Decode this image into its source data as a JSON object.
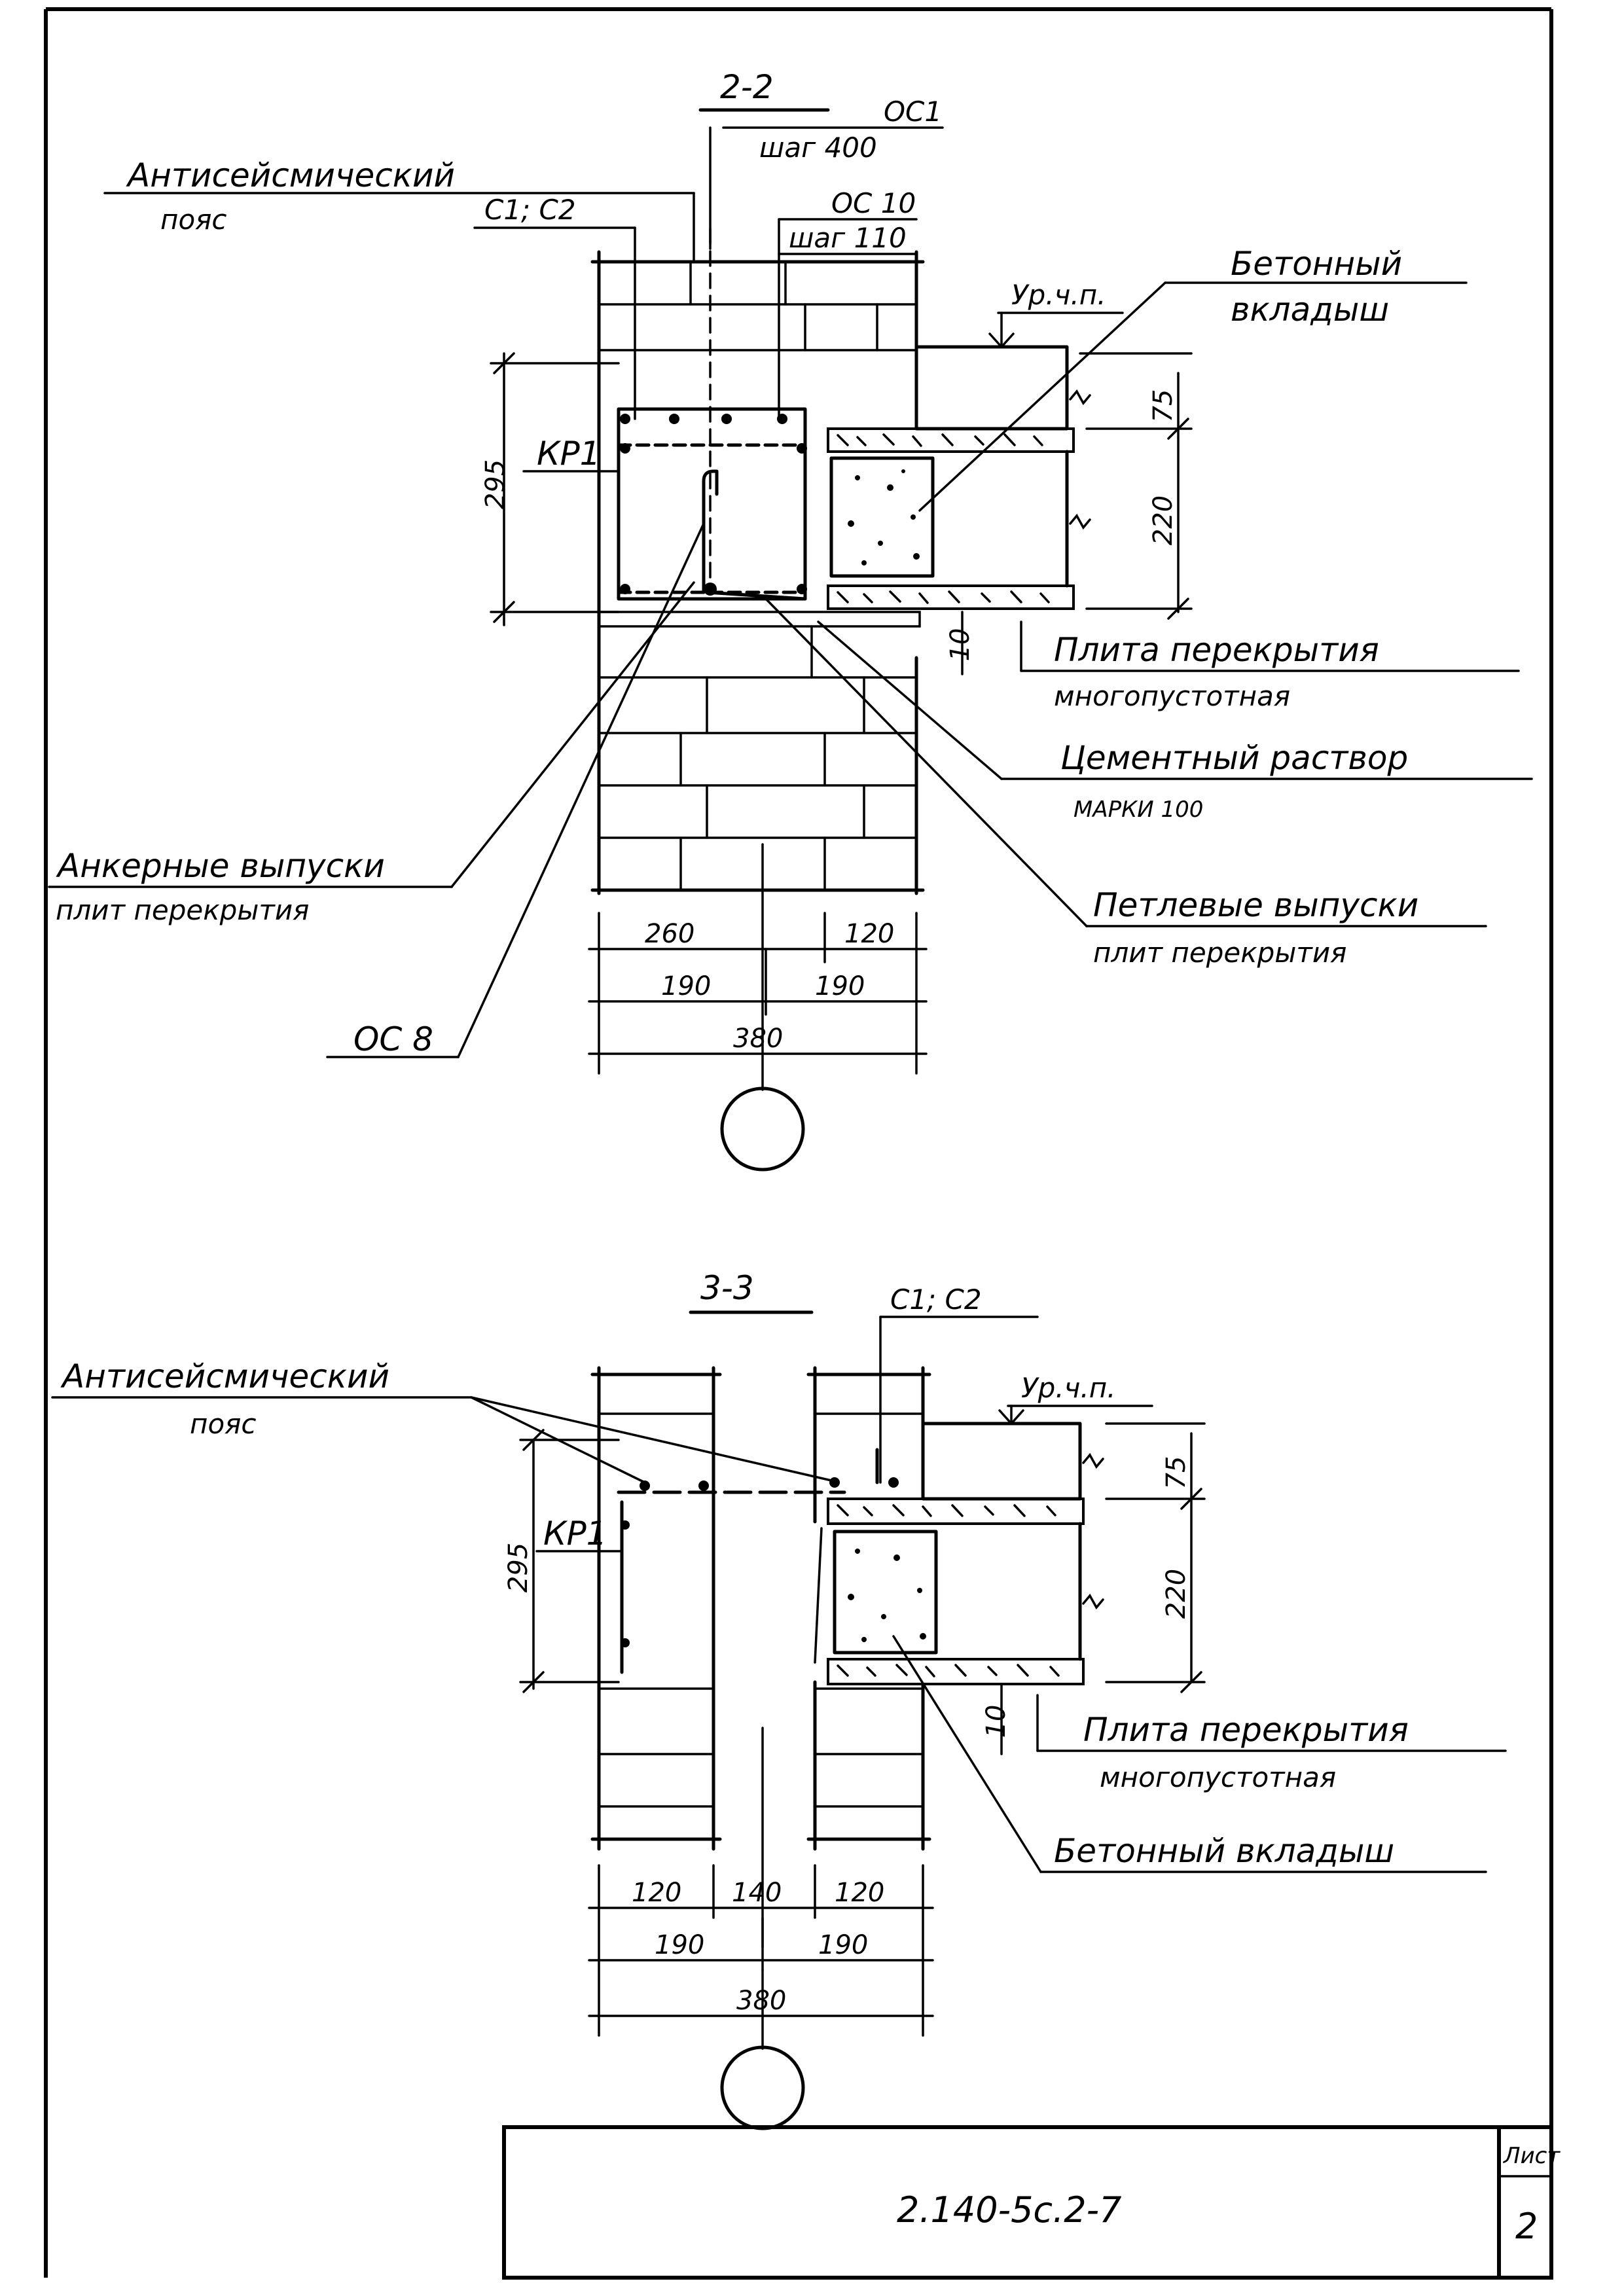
{
  "section_2_2": {
    "title": "2-2",
    "oc1": "ОС1",
    "step_400": "шаг 400",
    "antiseismic_line1": "Антисейсмический",
    "antiseismic_line2": "пояс",
    "c1c2": "С1; С2",
    "oc10": "ОС 10",
    "step_110": "шаг 110",
    "floor_level": "Ур.ч.п.",
    "concrete_insert_line1": "Бетонный",
    "concrete_insert_line2": "вкладыш",
    "kr1": "КР1",
    "dim_295": "295",
    "dim_75": "75",
    "dim_220": "220",
    "dim_10": "10",
    "slab_line1": "Плита перекрытия",
    "slab_line2": "многопустотная",
    "mortar_line1": "Цементный раствор",
    "mortar_line2": "МАРКИ 100",
    "anchor_line1": "Анкерные выпуски",
    "anchor_line2": "плит перекрытия",
    "loop_line1": "Петлевые выпуски",
    "loop_line2": "плит перекрытия",
    "oc8": "ОС 8",
    "dim_260": "260",
    "dim_120": "120",
    "dim_190a": "190",
    "dim_190b": "190",
    "dim_380": "380"
  },
  "section_3_3": {
    "title": "3-3",
    "c1c2": "С1; С2",
    "antiseismic_line1": "Антисейсмический",
    "antiseismic_line2": "пояс",
    "floor_level": "Ур.ч.п.",
    "kr1": "КР1",
    "dim_295": "295",
    "dim_75": "75",
    "dim_220": "220",
    "dim_10": "10",
    "slab_line1": "Плита перекрытия",
    "slab_line2": "многопустотная",
    "concrete_insert": "Бетонный вкладыш",
    "dim_120a": "120",
    "dim_140": "140",
    "dim_120b": "120",
    "dim_190a": "190",
    "dim_190b": "190",
    "dim_380": "380"
  },
  "title_block": {
    "code": "2.140-5с.2-7",
    "sheet_label": "Лист",
    "sheet_number": "2"
  }
}
